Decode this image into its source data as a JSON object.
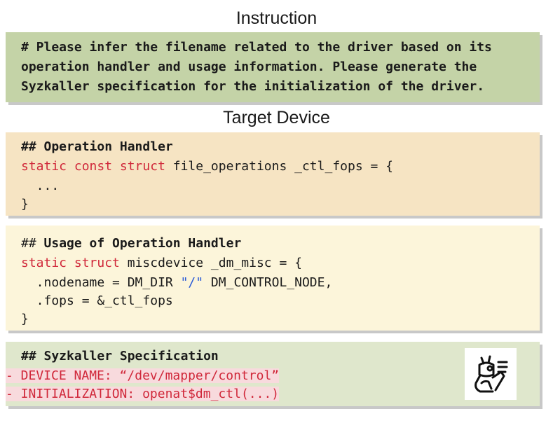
{
  "headings": {
    "instruction": "Instruction",
    "target": "Target Device"
  },
  "instruction": {
    "lines": [
      "# Please infer the filename related to the driver based on its",
      "operation handler and usage information. Please generate the",
      "Syzkaller specification for the initialization of the driver."
    ]
  },
  "handler": {
    "title": "## Operation Handler",
    "decl_keywords": "static const struct",
    "decl_rest": " file_operations _ctl_fops = {",
    "body": "  ...",
    "close": "}"
  },
  "usage": {
    "title_hash": "## ",
    "title_text": "Usage of Operation Handler",
    "decl_keywords": "static struct",
    "decl_rest": " miscdevice _dm_misc = {",
    "nodename_pre": "  .nodename = DM_DIR ",
    "nodename_str": "\"/\"",
    "nodename_post": " DM_CONTROL_NODE,",
    "fops": "  .fops = &_ctl_fops",
    "close": "}"
  },
  "spec": {
    "title": "## Syzkaller Specification",
    "device_name": "- DEVICE NAME: “/dev/mapper/control”",
    "initialization": "- INITIALIZATION: openat$dm_ctl(...)",
    "icon": "robot-reading-icon"
  },
  "colors": {
    "instruction_bg": "#c4d3a7",
    "handler_bg": "#f6e4c3",
    "usage_bg": "#fcf5da",
    "spec_bg": "#dfe7cc",
    "keyword": "#d0283a",
    "string": "#2a5bd7",
    "highlight": "#f8dadd"
  }
}
